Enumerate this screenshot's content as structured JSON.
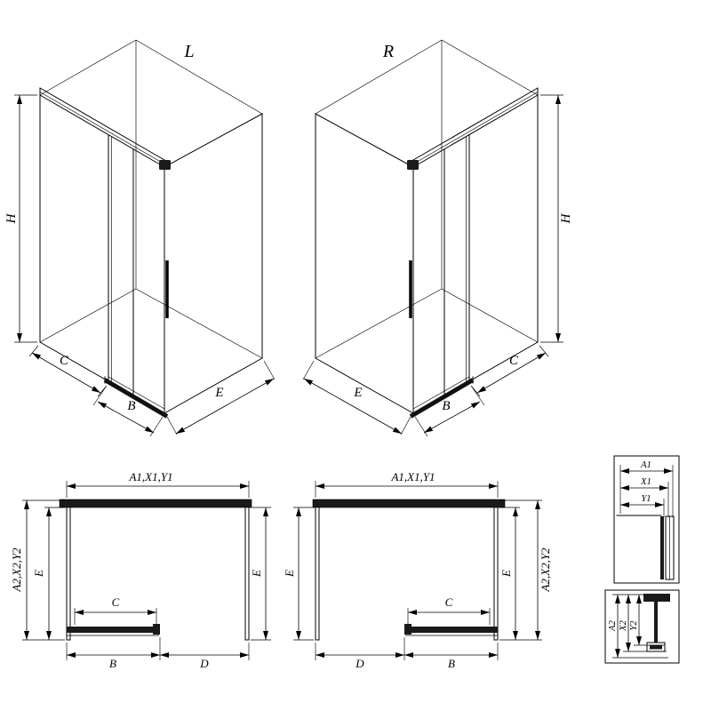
{
  "drawing": {
    "iso_left": {
      "variant_label": "L",
      "dim_h": "H",
      "dim_c": "C",
      "dim_b": "B",
      "dim_e": "E"
    },
    "iso_right": {
      "variant_label": "R",
      "dim_h": "H",
      "dim_c": "C",
      "dim_b": "B",
      "dim_e": "E"
    },
    "plan_left": {
      "dim_top": "A1,X1,Y1",
      "dim_left_outer": "A2,X2,Y2",
      "dim_left_inner": "E",
      "dim_right": "E",
      "dim_c": "C",
      "dim_b": "B",
      "dim_d": "D"
    },
    "plan_right": {
      "dim_top": "A1,X1,Y1",
      "dim_left": "E",
      "dim_right_inner": "E",
      "dim_right_outer": "A2,X2,Y2",
      "dim_c": "C",
      "dim_d": "D",
      "dim_b": "B"
    },
    "detail_top": {
      "dim_a1": "A1",
      "dim_x1": "X1",
      "dim_y1": "Y1"
    },
    "detail_bottom": {
      "dim_a2": "A2",
      "dim_x2": "X2",
      "dim_y2": "Y2"
    }
  },
  "colors": {
    "line": "#000000",
    "fill_dark": "#1a1a1a",
    "background": "#ffffff"
  }
}
